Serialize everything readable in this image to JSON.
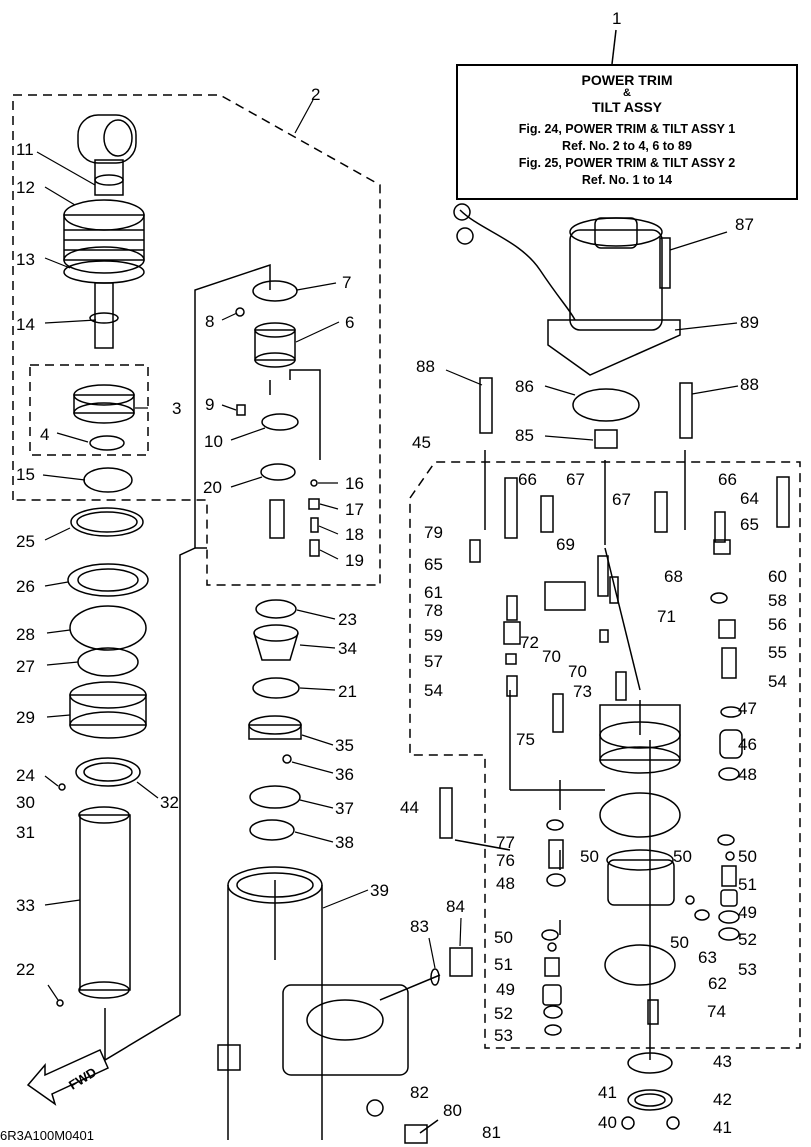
{
  "title_box": {
    "line1": "POWER TRIM",
    "line2": "&",
    "line3": "TILT ASSY",
    "refs": [
      "Fig. 24, POWER TRIM & TILT ASSY 1",
      "Ref. No. 2 to 4, 6 to 89",
      "Fig. 25, POWER TRIM & TILT ASSY 2",
      "Ref. No. 1 to 14"
    ]
  },
  "fwd_label": "FWD",
  "drawing_code": "6R3A100M0401",
  "callouts": {
    "c1": "1",
    "c2": "2",
    "c3": "3",
    "c4": "4",
    "c6": "6",
    "c7": "7",
    "c8": "8",
    "c9": "9",
    "c10": "10",
    "c11": "11",
    "c12": "12",
    "c13": "13",
    "c14": "14",
    "c15": "15",
    "c16": "16",
    "c17": "17",
    "c18": "18",
    "c19": "19",
    "c20": "20",
    "c21": "21",
    "c22": "22",
    "c23": "23",
    "c24": "24",
    "c25": "25",
    "c26": "26",
    "c27": "27",
    "c28": "28",
    "c29": "29",
    "c30": "30",
    "c31": "31",
    "c32": "32",
    "c33": "33",
    "c34": "34",
    "c35": "35",
    "c36": "36",
    "c37": "37",
    "c38": "38",
    "c39": "39",
    "c40": "40",
    "c41a": "41",
    "c41b": "41",
    "c42": "42",
    "c43": "43",
    "c44": "44",
    "c45": "45",
    "c46": "46",
    "c47": "47",
    "c48a": "48",
    "c48b": "48",
    "c49a": "49",
    "c49b": "49",
    "c50a": "50",
    "c50b": "50",
    "c50c": "50",
    "c50d": "50",
    "c50e": "50",
    "c51a": "51",
    "c51b": "51",
    "c52a": "52",
    "c52b": "52",
    "c53a": "53",
    "c53b": "53",
    "c54a": "54",
    "c54b": "54",
    "c55": "55",
    "c56": "56",
    "c57": "57",
    "c58": "58",
    "c59": "59",
    "c60": "60",
    "c61": "61",
    "c62": "62",
    "c63": "63",
    "c64": "64",
    "c65a": "65",
    "c65b": "65",
    "c66a": "66",
    "c66b": "66",
    "c67a": "67",
    "c67b": "67",
    "c68": "68",
    "c69": "69",
    "c70a": "70",
    "c70b": "70",
    "c71": "71",
    "c72": "72",
    "c73": "73",
    "c74": "74",
    "c75": "75",
    "c76": "76",
    "c77": "77",
    "c78": "78",
    "c79": "79",
    "c80": "80",
    "c81": "81",
    "c82": "82",
    "c83": "83",
    "c84": "84",
    "c85": "85",
    "c86": "86",
    "c87": "87",
    "c88a": "88",
    "c88b": "88",
    "c89": "89"
  }
}
